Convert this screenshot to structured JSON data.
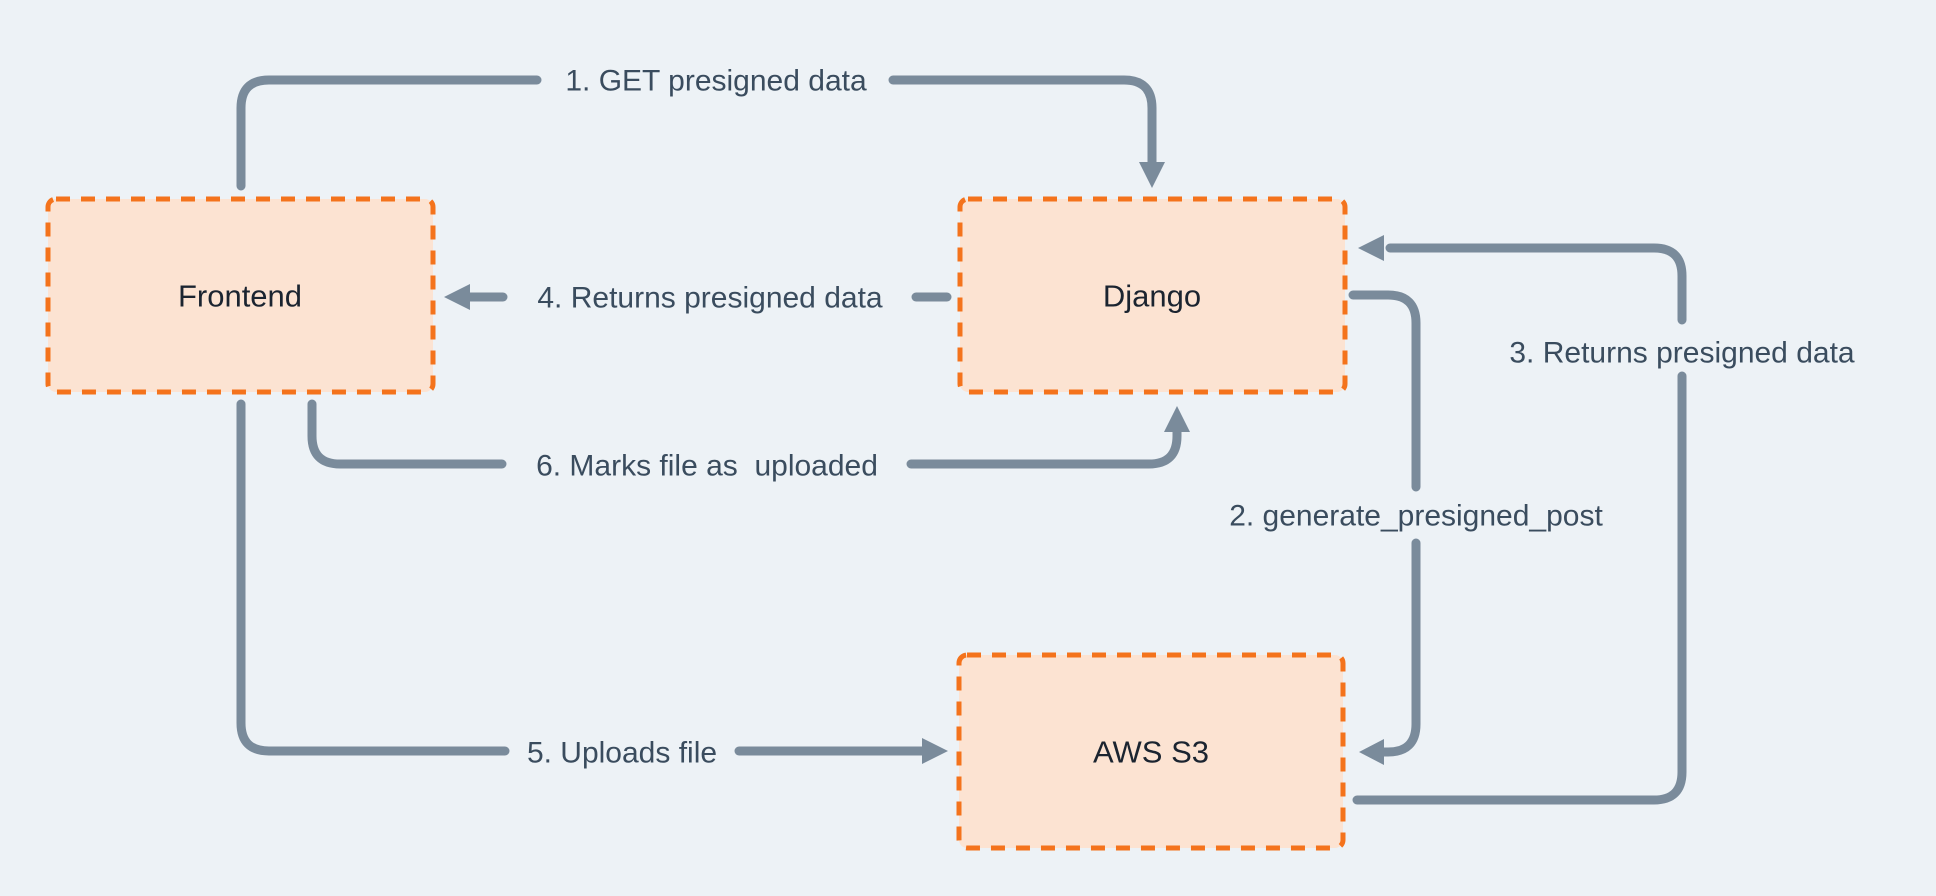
{
  "diagram": {
    "kind": "flow-diagram",
    "colors": {
      "background": "#EDF2F6",
      "node_fill": "#FCE3D2",
      "node_border": "#F4731C",
      "arrow": "#7A8B9B",
      "edge_label_text": "#3A4C5E",
      "node_label_text": "#1B2430"
    },
    "nodes": [
      {
        "id": "frontend",
        "label": "Frontend"
      },
      {
        "id": "django",
        "label": "Django"
      },
      {
        "id": "aws-s3",
        "label": "AWS S3"
      }
    ],
    "edges": [
      {
        "step": "1",
        "label": "1. GET presigned data",
        "from": "frontend",
        "to": "django"
      },
      {
        "step": "2",
        "label": "2. generate_presigned_post",
        "from": "django",
        "to": "aws-s3"
      },
      {
        "step": "3",
        "label": "3. Returns presigned data",
        "from": "aws-s3",
        "to": "django"
      },
      {
        "step": "4",
        "label": "4. Returns presigned data",
        "from": "django",
        "to": "frontend"
      },
      {
        "step": "5",
        "label": "5. Uploads file",
        "from": "frontend",
        "to": "aws-s3"
      },
      {
        "step": "6",
        "label": "6. Marks file as  uploaded",
        "from": "frontend",
        "to": "django"
      }
    ]
  }
}
